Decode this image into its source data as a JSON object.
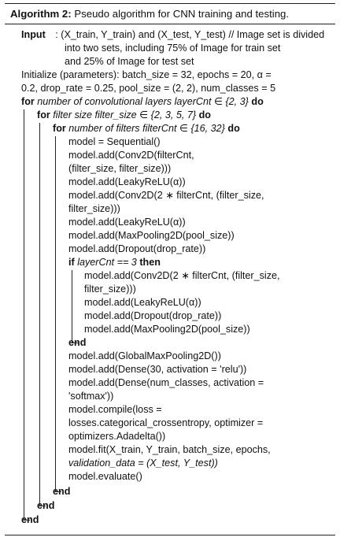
{
  "caption": {
    "label": "Algorithm 2:",
    "title": "Pseudo algorithm for CNN training and testing."
  },
  "input": {
    "keyword": "Input",
    "line1": ": (X_train, Y_train) and (X_test, Y_test) // Image set is divided",
    "line2": "into two sets, including 75% of Image for train set",
    "line3": "and 25% of Image for test set"
  },
  "init": {
    "line1": "Initialize (parameters): batch_size = 32, epochs = 20, α =",
    "line2": "0.2, drop_rate = 0.25, pool_size = (2, 2), num_classes = 5"
  },
  "loops": {
    "for_keyword": "for",
    "do_keyword": "do",
    "end_keyword": "end",
    "loop1": "number of convolutional layers layerCnt ∈ {2, 3}",
    "loop2": "filter size filter_size ∈ {2, 3, 5, 7}",
    "loop3": "number of filters filterCnt ∈ {16, 32}"
  },
  "body": [
    "model = Sequential()",
    "model.add(Conv2D(filterCnt,",
    "(filter_size, filter_size)))",
    "model.add(LeakyReLU(α))",
    "model.add(Conv2D(2 ∗ filterCnt, (filter_size,",
    "filter_size)))",
    "model.add(LeakyReLU(α))",
    "model.add(MaxPooling2D(pool_size))",
    "model.add(Dropout(drop_rate))"
  ],
  "if_block": {
    "if_keyword": "if",
    "condition": "layerCnt == 3",
    "then_keyword": "then",
    "lines": [
      "model.add(Conv2D(2 ∗ filterCnt, (filter_size,",
      "filter_size)))",
      "model.add(LeakyReLU(α))",
      "model.add(Dropout(drop_rate))",
      "model.add(MaxPooling2D(pool_size))"
    ]
  },
  "tail": [
    "model.add(GlobalMaxPooling2D())",
    "model.add(Dense(30, activation = 'relu'))",
    "model.add(Dense(num_classes, activation =",
    "'softmax'))",
    "model.compile(loss =",
    "losses.categorical_crossentropy, optimizer =",
    "optimizers.Adadelta())",
    "model.fit(X_train, Y_train, batch_size, epochs,",
    "validation_data = (X_test, Y_test))",
    "model.evaluate()"
  ]
}
